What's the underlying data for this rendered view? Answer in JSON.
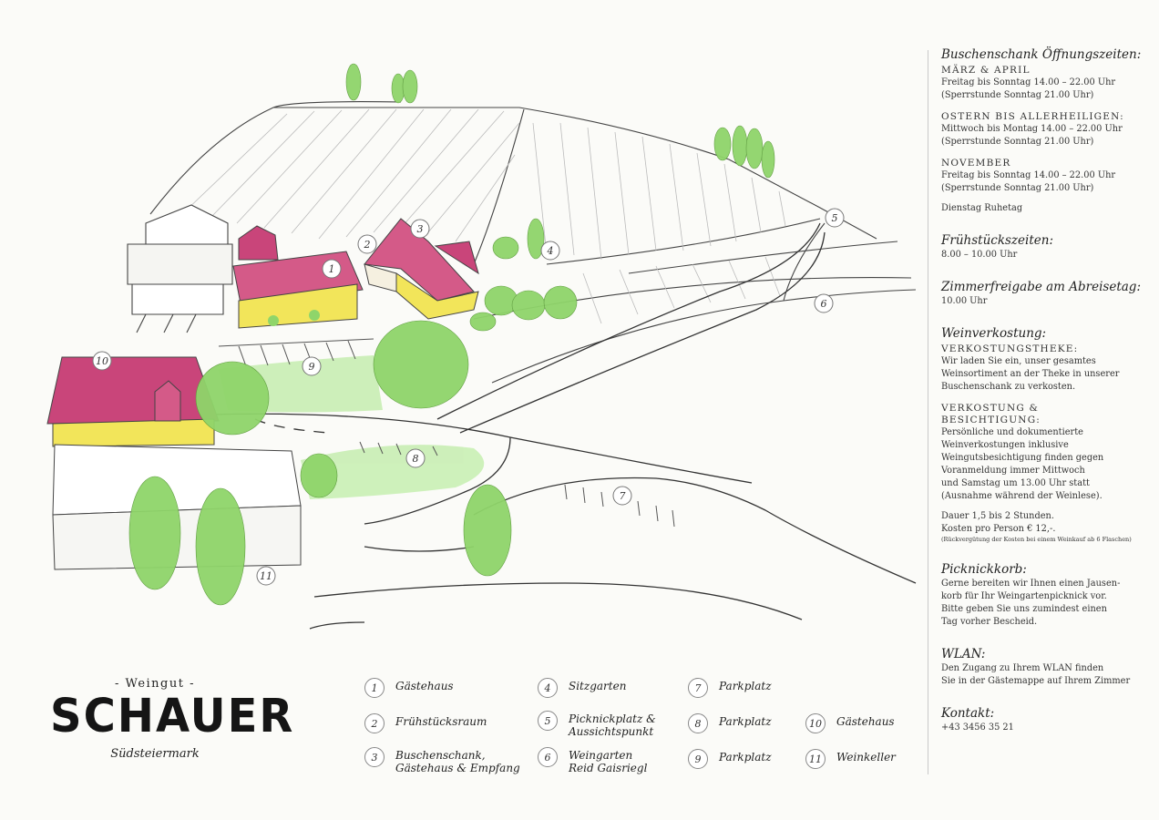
{
  "logo": {
    "pre": "- Weingut -",
    "brand": "SCHAUER",
    "region": "Südsteiermark"
  },
  "info": {
    "hours": {
      "title": "Buschenschank Öffnungszeiten:",
      "blocks": [
        {
          "season": "MÄRZ & APRIL",
          "lines": [
            "Freitag bis Sonntag 14.00 – 22.00 Uhr",
            "(Sperrstunde Sonntag 21.00 Uhr)"
          ]
        },
        {
          "season": "OSTERN BIS ALLERHEILIGEN:",
          "lines": [
            "Mittwoch bis Montag 14.00 – 22.00 Uhr",
            "(Sperrstunde Sonntag 21.00 Uhr)"
          ]
        },
        {
          "season": "NOVEMBER",
          "lines": [
            "Freitag bis Sonntag 14.00 – 22.00 Uhr",
            "(Sperrstunde Sonntag 21.00 Uhr)"
          ]
        }
      ],
      "rest": "Dienstag Ruhetag"
    },
    "breakfast": {
      "title": "Frühstückszeiten:",
      "text": "8.00 – 10.00 Uhr"
    },
    "checkout": {
      "title": "Zimmerfreigabe am Abreisetag:",
      "text": "10.00 Uhr"
    },
    "tasting": {
      "title": "Weinverkostung:",
      "sub1": "VERKOSTUNGSTHEKE:",
      "text1": [
        "Wir laden Sie ein, unser gesamtes",
        "Weinsortiment an der Theke in unserer",
        "Buschenschank zu verkosten."
      ],
      "sub2": [
        "VERKOSTUNG &",
        "BESICHTIGUNG:"
      ],
      "text2": [
        "Persönliche und dokumentierte",
        "Weinverkostungen inklusive",
        "Weingutsbesichtigung finden gegen",
        "Voranmeldung immer Mittwoch",
        "und Samstag um 13.00 Uhr statt",
        "(Ausnahme während der Weinlese)."
      ],
      "text3": [
        "Dauer 1,5 bis 2 Stunden.",
        "Kosten pro Person € 12,-."
      ],
      "small": "(Rückvergütung der Kosten bei einem Weinkauf ab 6 Flaschen)"
    },
    "picnic": {
      "title": "Picknickkorb:",
      "lines": [
        "Gerne bereiten wir Ihnen einen Jausen-",
        "korb für Ihr Weingartenpicknick vor.",
        "Bitte geben Sie uns zumindest einen",
        "Tag vorher Bescheid."
      ]
    },
    "wifi": {
      "title": "WLAN:",
      "lines": [
        "Den Zugang zu Ihrem WLAN finden",
        "Sie in der Gästemappe auf Ihrem Zimmer"
      ]
    },
    "contact": {
      "title": "Kontakt:",
      "phone": "+43 3456 35 21"
    }
  },
  "legend": [
    {
      "num": "1",
      "label": "Gästehaus"
    },
    {
      "num": "2",
      "label": "Frühstücksraum"
    },
    {
      "num": "3",
      "label": "Buschenschank,\nGästehaus & Empfang"
    },
    {
      "num": "4",
      "label": "Sitzgarten"
    },
    {
      "num": "5",
      "label": "Picknickplatz &\nAussichtspunkt"
    },
    {
      "num": "6",
      "label": "Weingarten\nReid Gaisriegl"
    },
    {
      "num": "7",
      "label": "Parkplatz"
    },
    {
      "num": "8",
      "label": "Parkplatz"
    },
    {
      "num": "9",
      "label": "Parkplatz"
    },
    {
      "num": "10",
      "label": "Gästehaus"
    },
    {
      "num": "11",
      "label": "Weinkeller"
    }
  ],
  "map_markers": [
    "1",
    "2",
    "3",
    "4",
    "5",
    "6",
    "7",
    "8",
    "9",
    "10",
    "11"
  ],
  "colors": {
    "roof": "#c9457a",
    "wall": "#f2e55a",
    "tree": "#8fd56a",
    "lawn": "#c6eeb0",
    "ink": "#333333"
  }
}
